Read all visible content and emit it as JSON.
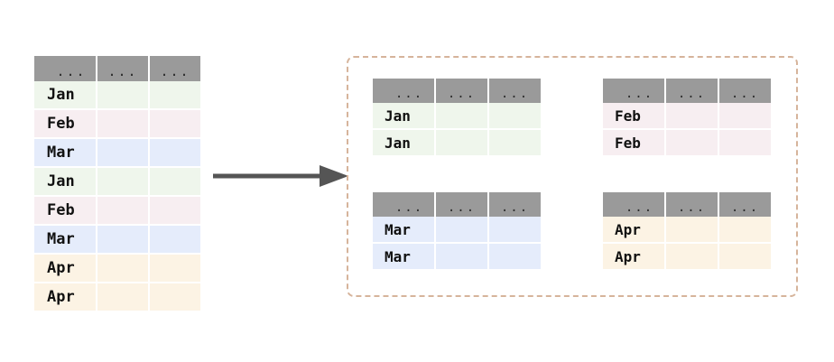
{
  "diagram": {
    "title": "groupby-split-diagram",
    "colors": {
      "header_gray": "#9a9a9a",
      "group_border": "#d6b49b",
      "arrow": "#555555",
      "jan_row": "#eff6ec",
      "feb_row": "#f7eef1",
      "mar_row": "#e5ecfb",
      "apr_row": "#fcf3e4"
    },
    "ellipsis": "...",
    "arrow_label": "split-arrow"
  },
  "source_table": {
    "name": "source-table",
    "headers": [
      "...",
      "...",
      "..."
    ],
    "rows": [
      {
        "key": "Jan",
        "color": "#eff6ec",
        "cells": [
          "Jan",
          "",
          ""
        ]
      },
      {
        "key": "Feb",
        "color": "#f7eef1",
        "cells": [
          "Feb",
          "",
          ""
        ]
      },
      {
        "key": "Mar",
        "color": "#e5ecfb",
        "cells": [
          "Mar",
          "",
          ""
        ]
      },
      {
        "key": "Jan",
        "color": "#eff6ec",
        "cells": [
          "Jan",
          "",
          ""
        ]
      },
      {
        "key": "Feb",
        "color": "#f7eef1",
        "cells": [
          "Feb",
          "",
          ""
        ]
      },
      {
        "key": "Mar",
        "color": "#e5ecfb",
        "cells": [
          "Mar",
          "",
          ""
        ]
      },
      {
        "key": "Apr",
        "color": "#fcf3e4",
        "cells": [
          "Apr",
          "",
          ""
        ]
      },
      {
        "key": "Apr",
        "color": "#fcf3e4",
        "cells": [
          "Apr",
          "",
          ""
        ]
      }
    ]
  },
  "groups": [
    {
      "name": "group-jan",
      "key": "Jan",
      "color": "#eff6ec",
      "headers": [
        "...",
        "...",
        "..."
      ],
      "rows": [
        {
          "cells": [
            "Jan",
            "",
            ""
          ]
        },
        {
          "cells": [
            "Jan",
            "",
            ""
          ]
        }
      ]
    },
    {
      "name": "group-feb",
      "key": "Feb",
      "color": "#f7eef1",
      "headers": [
        "...",
        "...",
        "..."
      ],
      "rows": [
        {
          "cells": [
            "Feb",
            "",
            ""
          ]
        },
        {
          "cells": [
            "Feb",
            "",
            ""
          ]
        }
      ]
    },
    {
      "name": "group-mar",
      "key": "Mar",
      "color": "#e5ecfb",
      "headers": [
        "...",
        "...",
        "..."
      ],
      "rows": [
        {
          "cells": [
            "Mar",
            "",
            ""
          ]
        },
        {
          "cells": [
            "Mar",
            "",
            ""
          ]
        }
      ]
    },
    {
      "name": "group-apr",
      "key": "Apr",
      "color": "#fcf3e4",
      "headers": [
        "...",
        "...",
        "..."
      ],
      "rows": [
        {
          "cells": [
            "Apr",
            "",
            ""
          ]
        },
        {
          "cells": [
            "Apr",
            "",
            ""
          ]
        }
      ]
    }
  ]
}
